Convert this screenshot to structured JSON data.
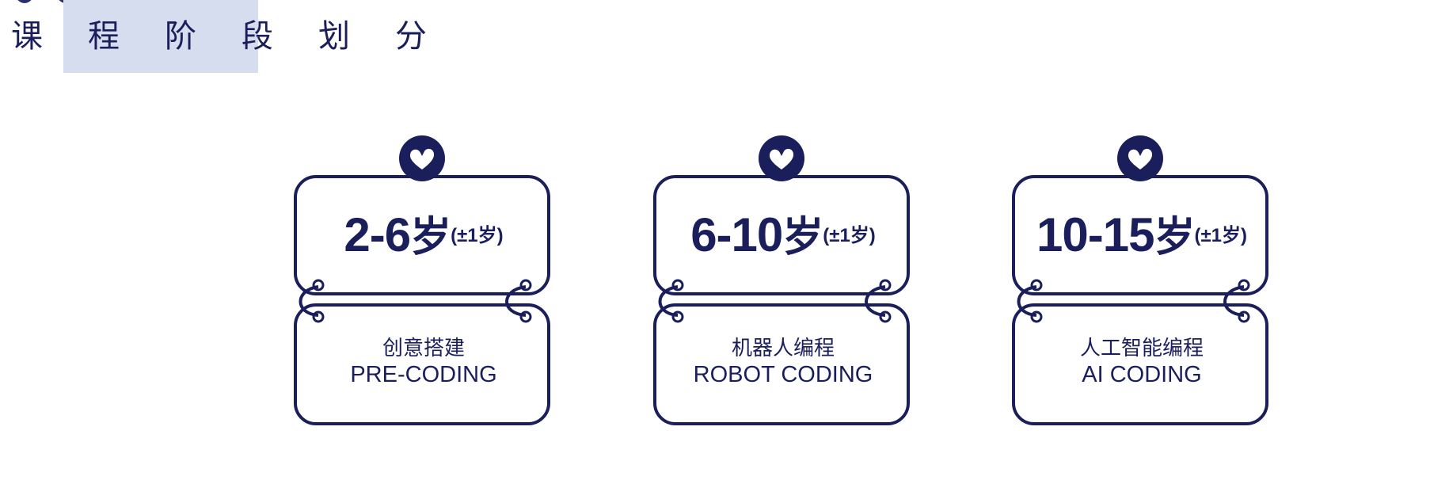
{
  "title": {
    "chars": [
      "课",
      "程",
      "阶",
      "段",
      "划",
      "分"
    ]
  },
  "colors": {
    "primary": "#1a1f5c",
    "highlight": "#d6ddef",
    "background": "#ffffff"
  },
  "stages": [
    {
      "age_range": "2-6",
      "unit": "岁",
      "tolerance": "(±1岁)",
      "name_cn": "创意搭建",
      "name_en": "PRE-CODING",
      "icon": "heart-badge-icon"
    },
    {
      "age_range": "6-10",
      "unit": "岁",
      "tolerance": "(±1岁)",
      "name_cn": "机器人编程",
      "name_en": "ROBOT CODING",
      "icon": "heart-badge-icon"
    },
    {
      "age_range": "10-15",
      "unit": "岁",
      "tolerance": "(±1岁)",
      "name_cn": "人工智能编程",
      "name_en": "AI CODING",
      "icon": "heart-badge-icon"
    }
  ]
}
